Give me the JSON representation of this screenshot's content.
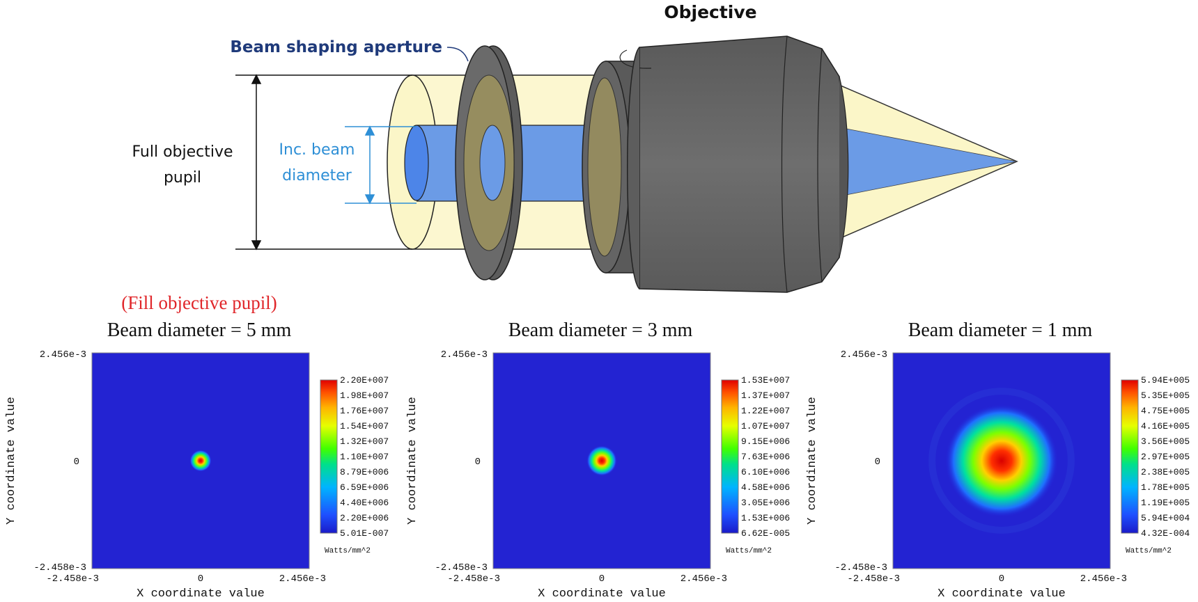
{
  "diagram": {
    "objective_label": "Objective",
    "aperture_label": "Beam shaping aperture",
    "pupil_label_line1": "Full objective",
    "pupil_label_line2": "pupil",
    "beam_label_line1": "Inc. beam",
    "beam_label_line2": "diameter",
    "colors": {
      "objective_body": "#6b6b6b",
      "objective_dark": "#555555",
      "pupil_fill": "#fbf6c8",
      "beam_fill": "#6b9be6",
      "aperture_label": "#1f3a7a",
      "beam_label": "#2e8fd6"
    }
  },
  "fill_note": "(Fill objective pupil)",
  "colorbar_unit": "Watts/mm^2",
  "panels": [
    {
      "title": "Beam diameter = 5 mm",
      "x_label": "X coordinate value",
      "y_label": "Y coordinate value",
      "x_min": "-2.458e-3",
      "x_mid": "0",
      "x_max": "2.456e-3",
      "y_max": "2.456e-3",
      "y_mid": "0",
      "y_min": "-2.458e-3",
      "spot_fraction": 0.05,
      "rings": false,
      "colorbar": [
        "2.20E+007",
        "1.98E+007",
        "1.76E+007",
        "1.54E+007",
        "1.32E+007",
        "1.10E+007",
        "8.79E+006",
        "6.59E+006",
        "4.40E+006",
        "2.20E+006",
        "5.01E-007"
      ]
    },
    {
      "title": "Beam diameter = 3 mm",
      "x_label": "X coordinate value",
      "y_label": "Y coordinate value",
      "x_min": "-2.458e-3",
      "x_mid": "0",
      "x_max": "2.456e-3",
      "y_max": "2.456e-3",
      "y_mid": "0",
      "y_min": "-2.458e-3",
      "spot_fraction": 0.07,
      "rings": false,
      "colorbar": [
        "1.53E+007",
        "1.37E+007",
        "1.22E+007",
        "1.07E+007",
        "9.15E+006",
        "7.63E+006",
        "6.10E+006",
        "4.58E+006",
        "3.05E+006",
        "1.53E+006",
        "6.62E-005"
      ]
    },
    {
      "title": "Beam diameter = 1 mm",
      "x_label": "X coordinate value",
      "y_label": "Y coordinate value",
      "x_min": "-2.458e-3",
      "x_mid": "0",
      "x_max": "2.456e-3",
      "y_max": "2.456e-3",
      "y_mid": "0",
      "y_min": "-2.458e-3",
      "spot_fraction": 0.26,
      "rings": true,
      "colorbar": [
        "5.94E+005",
        "5.35E+005",
        "4.75E+005",
        "4.16E+005",
        "3.56E+005",
        "2.97E+005",
        "2.38E+005",
        "1.78E+005",
        "1.19E+005",
        "5.94E+004",
        "4.32E-004"
      ]
    }
  ]
}
